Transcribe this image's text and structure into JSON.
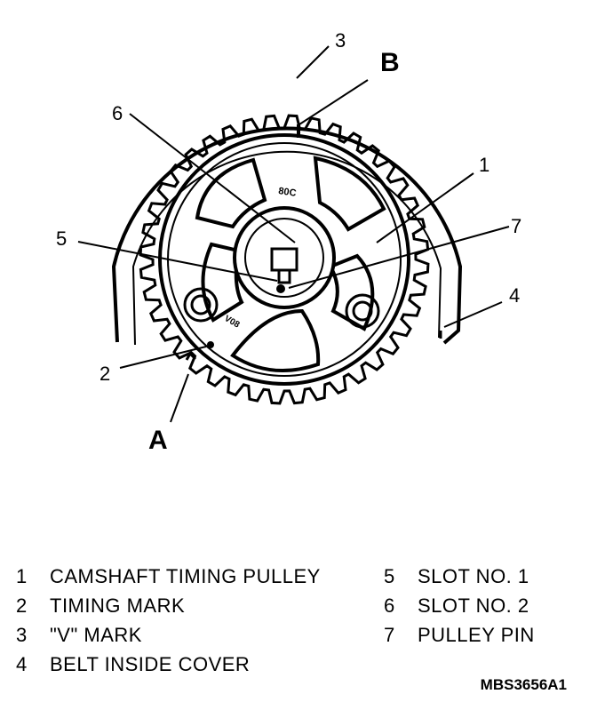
{
  "callouts": {
    "n1": "1",
    "n2": "2",
    "n3": "3",
    "n4": "4",
    "n5": "5",
    "n6": "6",
    "n7": "7",
    "A": "A",
    "B": "B"
  },
  "pulley_marks": {
    "upper": "80C",
    "lower": "V08"
  },
  "legend": {
    "left": [
      {
        "num": "1",
        "text": "CAMSHAFT TIMING PULLEY"
      },
      {
        "num": "2",
        "text": "TIMING MARK"
      },
      {
        "num": "3",
        "text": "\"V\" MARK"
      },
      {
        "num": "4",
        "text": "BELT INSIDE COVER"
      }
    ],
    "right": [
      {
        "num": "5",
        "text": "SLOT NO. 1"
      },
      {
        "num": "6",
        "text": "SLOT NO. 2"
      },
      {
        "num": "7",
        "text": "PULLEY PIN"
      }
    ]
  },
  "figure_code": "MBS3656A1"
}
